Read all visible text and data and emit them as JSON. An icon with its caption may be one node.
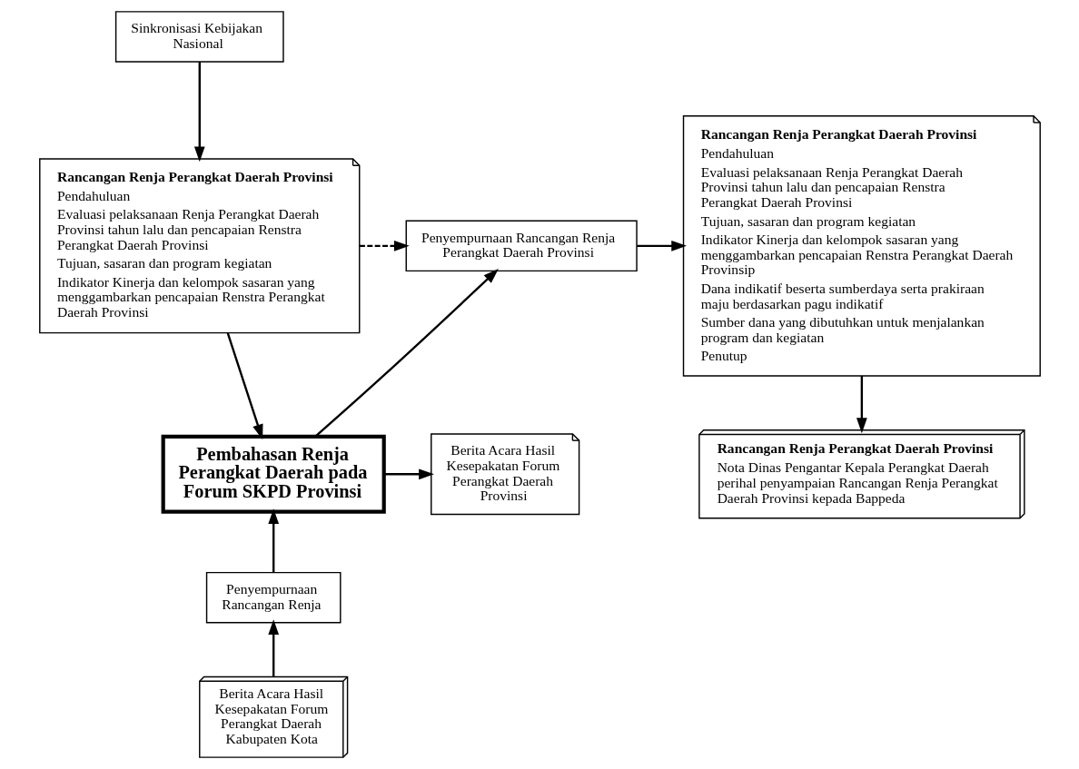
{
  "diagram": {
    "nodes": [
      {
        "text": [
          "Sinkronisasi Kebijakan Nasional"
        ]
      },
      {
        "text": [
          "Rancangan Renja Perangkat Daerah Provinsi",
          "Pendahuluan",
          "Evaluasi pelaksanaan Renja Perangkat Daerah Provinsi tahun lalu dan pencapaian Renstra Perangkat Daerah Provinsi",
          "Tujuan, sasaran dan program kegiatan",
          "Indikator Kinerja dan kelompok sasaran yang menggambarkan pencapaian Renstra Perangkat Daerah Provinsi"
        ]
      },
      {
        "text": [
          "Penyempurnaan Rancangan Renja Perangkat Daerah Provinsi"
        ]
      },
      {
        "text": [
          "Rancangan Renja Perangkat Daerah Provinsi",
          "Pendahuluan",
          "Evaluasi pelaksanaan Renja Perangkat Daerah Provinsi tahun lalu dan pencapaian Renstra Perangkat Daerah Provinsi",
          "Tujuan, sasaran dan program kegiatan",
          "Indikator Kinerja dan kelompok sasaran yang menggambarkan pencapaian Renstra Perangkat Daerah Provinsip",
          "Dana indikatif beserta sumberdaya serta prakiraan maju berdasarkan pagu indikatif",
          "Sumber dana yang dibutuhkan untuk menjalankan program dan kegiatan",
          "Penutup"
        ]
      },
      {
        "text": [
          "Pembahasan Renja Perangkat Daerah pada Forum SKPD Provinsi"
        ]
      },
      {
        "text": [
          "Berita Acara Hasil Kesepakatan Forum Perangkat Daerah Provinsi"
        ]
      },
      {
        "text": [
          "Penyempurnaan Rancangan Renja"
        ]
      },
      {
        "text": [
          "Berita Acara Hasil Kesepakatan Forum Perangkat Daerah Kabupaten Kota"
        ]
      },
      {
        "text": [
          "Rancangan Renja Perangkat Daerah Provinsi",
          "Nota Dinas Pengantar Kepala Perangkat Daerah perihal penyampaian Rancangan Renja Perangkat Daerah Provinsi kepada Bappeda"
        ]
      }
    ],
    "edges": [
      {
        "from": 0,
        "to": 1,
        "arrow": "to"
      },
      {
        "from": 1,
        "to": 2,
        "arrow": "to",
        "style": "dashed"
      },
      {
        "from": 1,
        "to": 4,
        "arrow": "to"
      },
      {
        "from": 4,
        "to": 2,
        "arrow": "to"
      },
      {
        "from": 2,
        "to": 3,
        "arrow": "to"
      },
      {
        "from": 4,
        "to": 5,
        "arrow": "to"
      },
      {
        "from": 6,
        "to": 4,
        "arrow": "to"
      },
      {
        "from": 7,
        "to": 6,
        "arrow": "to"
      },
      {
        "from": 3,
        "to": 8,
        "arrow": "to"
      }
    ]
  }
}
